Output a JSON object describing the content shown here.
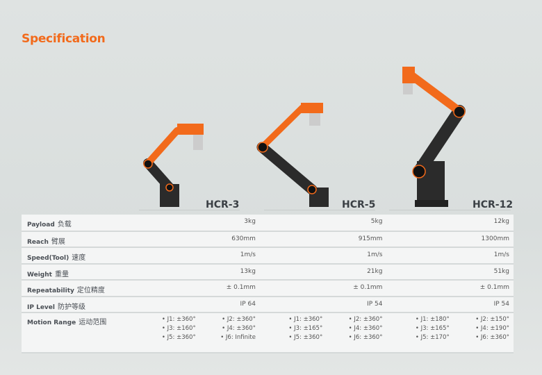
{
  "page_title": "Specification",
  "models": [
    "HCR-3",
    "HCR-5",
    "HCR-12"
  ],
  "colors": {
    "accent": "#f26a1b",
    "robot_body": "#2b2b2b"
  },
  "rows": [
    {
      "label": "Payload",
      "label_cn": "负载",
      "values": [
        "3kg",
        "5kg",
        "12kg"
      ]
    },
    {
      "label": "Reach",
      "label_cn": "臂展",
      "values": [
        "630mm",
        "915mm",
        "1300mm"
      ]
    },
    {
      "label": "Speed(Tool)",
      "label_cn": "速度",
      "values": [
        "1m/s",
        "1m/s",
        "1m/s"
      ]
    },
    {
      "label": "Weight",
      "label_cn": "重量",
      "values": [
        "13kg",
        "21kg",
        "51kg"
      ]
    },
    {
      "label": "Repeatability",
      "label_cn": "定位精度",
      "values": [
        "± 0.1mm",
        "± 0.1mm",
        "± 0.1mm"
      ]
    },
    {
      "label": "IP Level",
      "label_cn": "防护等级",
      "values": [
        "IP 64",
        "IP 54",
        "IP 54"
      ]
    }
  ],
  "motion_range": {
    "label": "Motion Range",
    "label_cn": "运动范围",
    "models": [
      [
        "• J1: ±360°",
        "• J2: ±360°",
        "• J3: ±160°",
        "• J4: ±360°",
        "• J5: ±360°",
        "• J6: Infinite"
      ],
      [
        "• J1: ±360°",
        "• J2: ±360°",
        "• J3: ±165°",
        "• J4: ±360°",
        "• J5: ±360°",
        "• J6: ±360°"
      ],
      [
        "• J1: ±180°",
        "• J2: ±150°",
        "• J3: ±165°",
        "• J4: ±190°",
        "• J5: ±170°",
        "• J6: ±360°"
      ]
    ]
  }
}
